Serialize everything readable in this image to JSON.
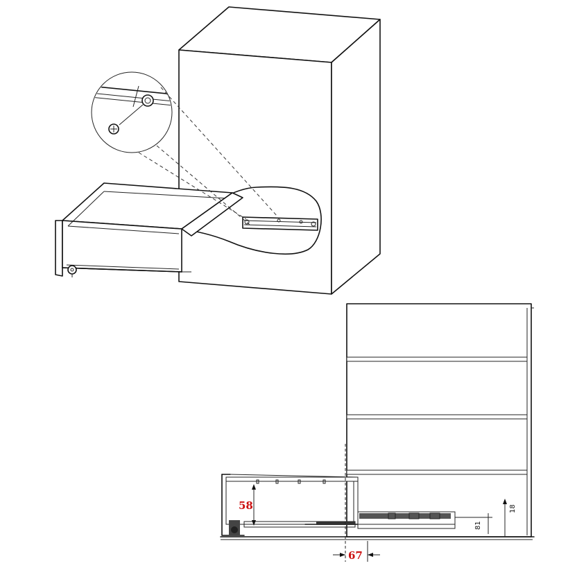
{
  "colors": {
    "line": "#111111",
    "dimension": "#cc1111",
    "background": "#ffffff"
  },
  "icons": [
    "screw-icon",
    "hole-icon",
    "caster-wheel-icon"
  ],
  "dimensions": {
    "drawer_height": "58",
    "slide_offset": "67",
    "slide_height": "81",
    "rail_height": "18"
  }
}
